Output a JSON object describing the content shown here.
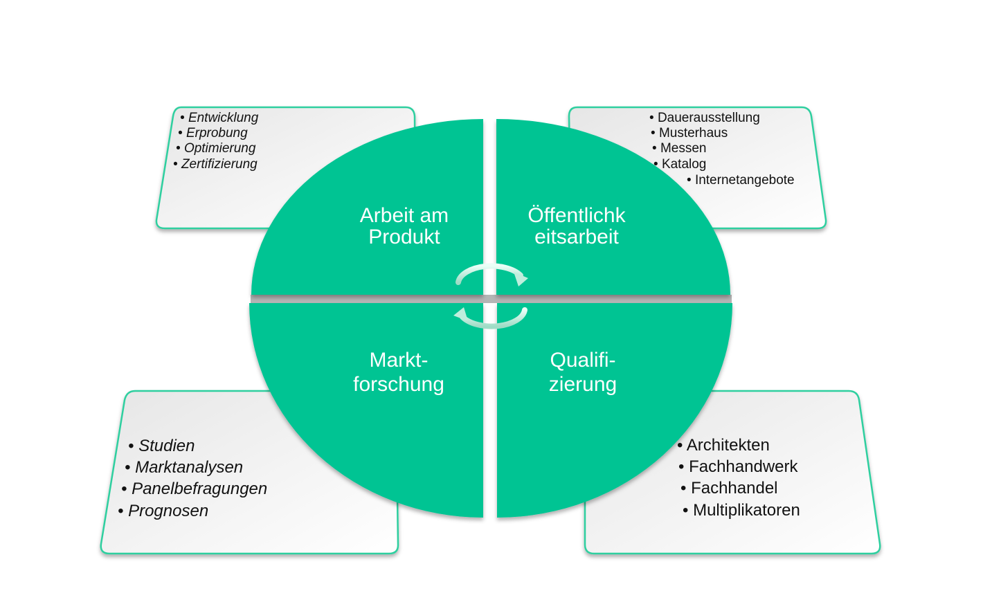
{
  "segments": {
    "top_left": {
      "label_lines": [
        "Arbeit am",
        "Produkt"
      ],
      "items": [
        "Entwicklung",
        "Erprobung",
        "Optimierung",
        "Zertifizierung"
      ]
    },
    "top_right": {
      "label_lines": [
        "Öffentlichk",
        "eitsarbeit"
      ],
      "items": [
        "Dauerausstellung",
        "Musterhaus",
        "Messen",
        "Katalog",
        "Internetangebote"
      ]
    },
    "bottom_left": {
      "label_lines": [
        "Markt-",
        "forschung"
      ],
      "items": [
        "Studien",
        "Marktanalysen",
        "Panelbefragungen",
        "Prognosen"
      ]
    },
    "bottom_right": {
      "label_lines": [
        "Qualifi-",
        "zierung"
      ],
      "items": [
        "Architekten",
        "Fachhandwerk",
        "Fachhandel",
        "Multiplikatoren"
      ]
    }
  },
  "colors": {
    "segment": "#02c493",
    "arrow": "#c8f2e2",
    "box_border": "#2fcf9f"
  },
  "icons": {
    "center": "cycle-arrows-icon"
  }
}
